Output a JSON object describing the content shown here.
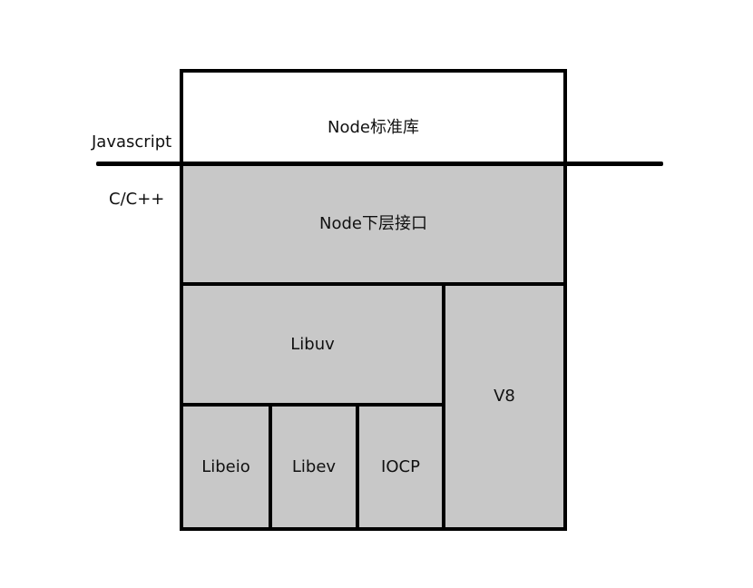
{
  "labels": {
    "javascript": "Javascript",
    "cpp": "C/C++"
  },
  "layers": {
    "node_stdlib": "Node标准库",
    "node_bindings": "Node下层接口",
    "libuv": "Libuv",
    "v8": "V8",
    "libeio": "Libeio",
    "libev": "Libev",
    "iocp": "IOCP"
  }
}
